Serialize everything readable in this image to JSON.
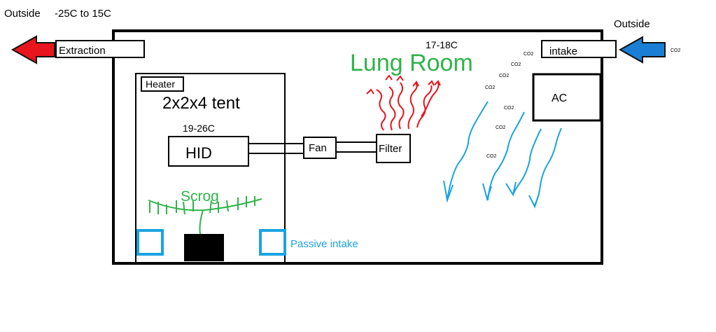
{
  "labels": {
    "outside_left": "Outside",
    "temp_range": "-25C to 15C",
    "outside_right": "Outside",
    "room_temp": "17-18C",
    "room_name": "Lung Room",
    "extraction": "Extraction",
    "intake": "intake",
    "heater": "Heater",
    "tent": "2x2x4 tent",
    "tent_temp": "19-26C",
    "hid": "HID",
    "fan": "Fan",
    "filter": "Filter",
    "ac": "AC",
    "scrog": "Scrog",
    "passive_intake": "Passive intake",
    "co2": "CO2"
  },
  "colors": {
    "outline": "#000000",
    "exhaust_arrow": "#e8141e",
    "intake_arrow": "#1a7fd4",
    "warm_air": "#e8141e",
    "cool_air": "#1aa3e0",
    "plant": "#2fb34a",
    "room_title": "#2fb34a",
    "passive_intake": "#1aa3e0",
    "pot": "#000000"
  }
}
